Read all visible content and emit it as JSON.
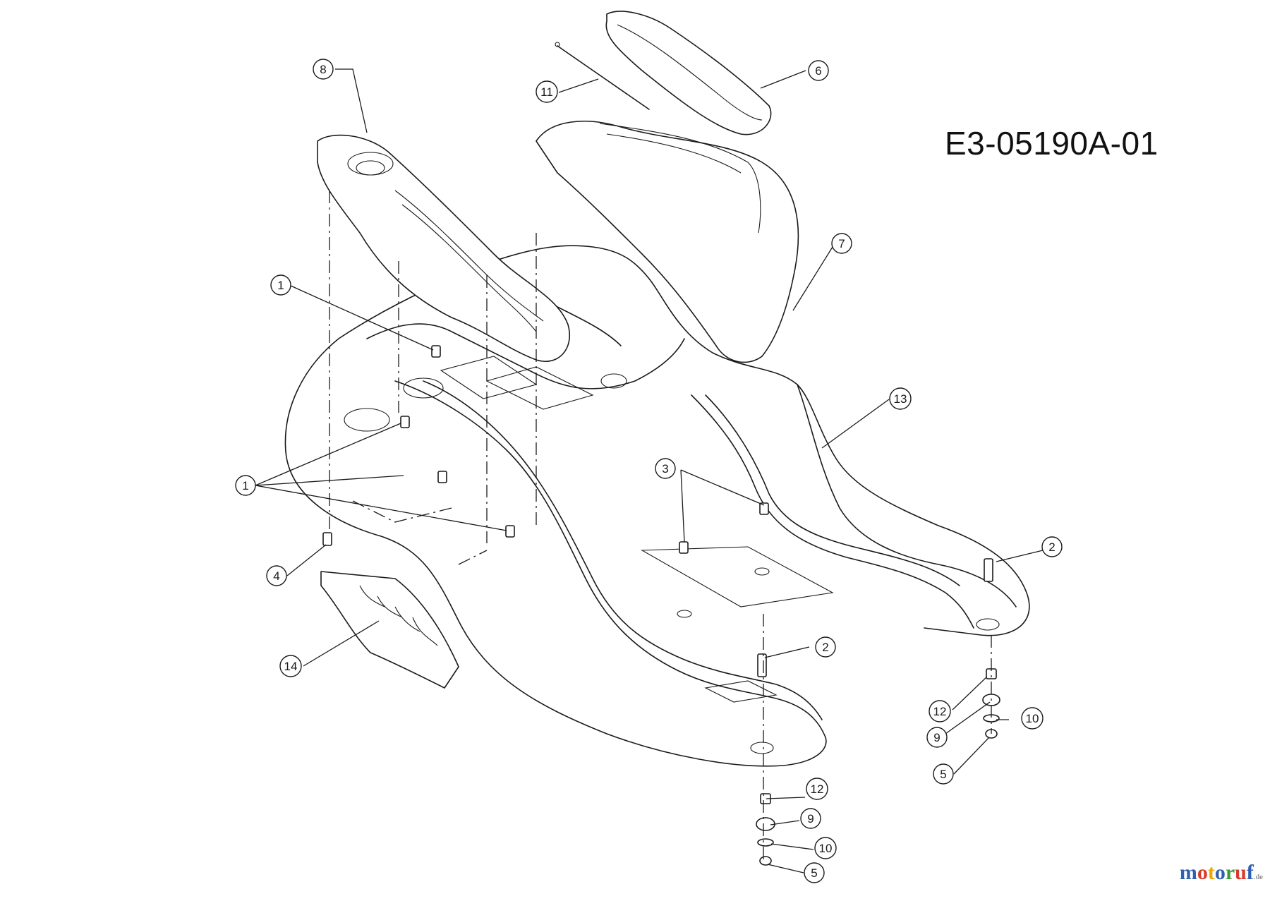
{
  "drawing_code": "E3-05190A-01",
  "watermark": {
    "letters": [
      "m",
      "o",
      "t",
      "o",
      "r",
      "u",
      "f"
    ],
    "colors": [
      "#2f5fb0",
      "#d93a2b",
      "#f2a400",
      "#2f5fb0",
      "#3a9a3a",
      "#d93a2b",
      "#2f5fb0"
    ],
    "suffix": ".de"
  },
  "callouts": [
    {
      "number": "1"
    },
    {
      "number": "1"
    },
    {
      "number": "2"
    },
    {
      "number": "2"
    },
    {
      "number": "3"
    },
    {
      "number": "4"
    },
    {
      "number": "5"
    },
    {
      "number": "5"
    },
    {
      "number": "6"
    },
    {
      "number": "7"
    },
    {
      "number": "8"
    },
    {
      "number": "9"
    },
    {
      "number": "9"
    },
    {
      "number": "10"
    },
    {
      "number": "10"
    },
    {
      "number": "11"
    },
    {
      "number": "12"
    },
    {
      "number": "12"
    },
    {
      "number": "13"
    },
    {
      "number": "14"
    }
  ]
}
